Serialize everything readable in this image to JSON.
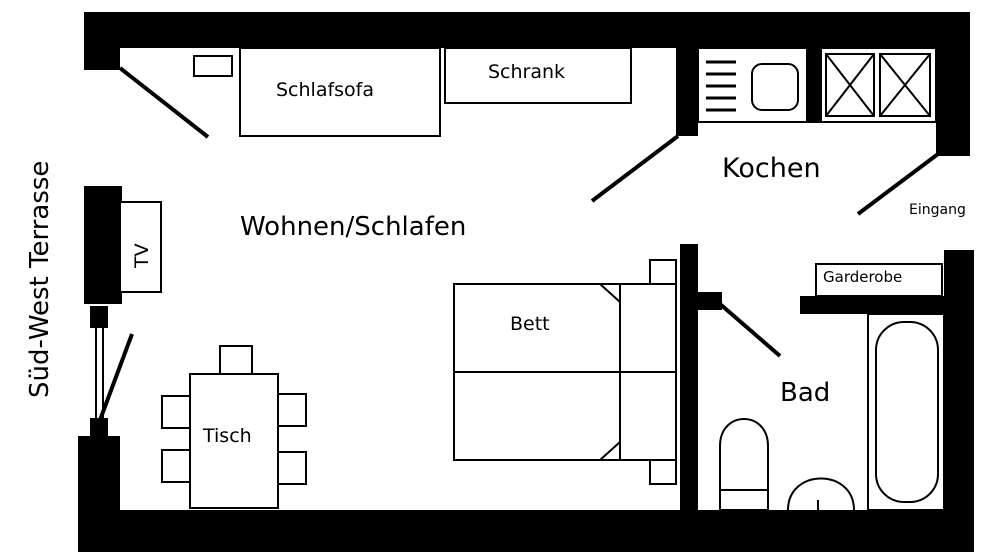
{
  "rooms": {
    "living": "Wohnen/Schlafen",
    "kitchen": "Kochen",
    "bath": "Bad",
    "entrance": "Eingang",
    "terrace": "Süd-West Terrasse"
  },
  "furniture": {
    "sofa": "Schlafsofa",
    "wardrobe": "Schrank",
    "tv": "TV",
    "bed": "Bett",
    "table": "Tisch",
    "coat_rack": "Garderobe"
  }
}
